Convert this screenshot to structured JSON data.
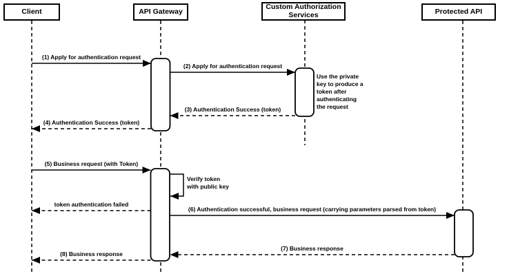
{
  "diagram": {
    "kind": "uml-sequence-diagram",
    "actors": [
      {
        "label": "Client"
      },
      {
        "label": "API Gateway"
      },
      {
        "label": "Custom Authorization\nServices"
      },
      {
        "label": "Protected API"
      }
    ],
    "messages": [
      {
        "label": "(1) Apply for authentication request",
        "from": "Client",
        "to": "API Gateway",
        "line": "solid"
      },
      {
        "label": "(2) Apply for authentication request",
        "from": "API Gateway",
        "to": "Custom Authorization Services",
        "line": "solid"
      },
      {
        "label": "(3) Authentication Success (token)",
        "from": "Custom Authorization Services",
        "to": "API Gateway",
        "line": "dashed"
      },
      {
        "label": "(4) Authentication Success (token)",
        "from": "API Gateway",
        "to": "Client",
        "line": "dashed"
      },
      {
        "label": "(5) Business request (with Token)",
        "from": "Client",
        "to": "API Gateway",
        "line": "solid"
      },
      {
        "label": "Verify token\nwith public key",
        "from": "API Gateway",
        "to": "API Gateway",
        "line": "self"
      },
      {
        "label": "token authentication failed",
        "from": "API Gateway",
        "to": "Client",
        "line": "dashed"
      },
      {
        "label": "(6) Authentication successful, business request (carrying parameters parsed from token)",
        "from": "API Gateway",
        "to": "Protected API",
        "line": "solid"
      },
      {
        "label": "(7) Business response",
        "from": "Protected API",
        "to": "API Gateway",
        "line": "dashed"
      },
      {
        "label": "(8) Business response",
        "from": "API Gateway",
        "to": "Client",
        "line": "dashed"
      }
    ],
    "note": {
      "text": "Use the private\nkey to produce a\ntoken after\nauthenticating\nthe request",
      "attached_to": "Custom Authorization Services"
    },
    "colors": {
      "stroke": "#000000",
      "box_fill": "#ffffff",
      "background": "#ffffff",
      "text": "#000000"
    }
  }
}
